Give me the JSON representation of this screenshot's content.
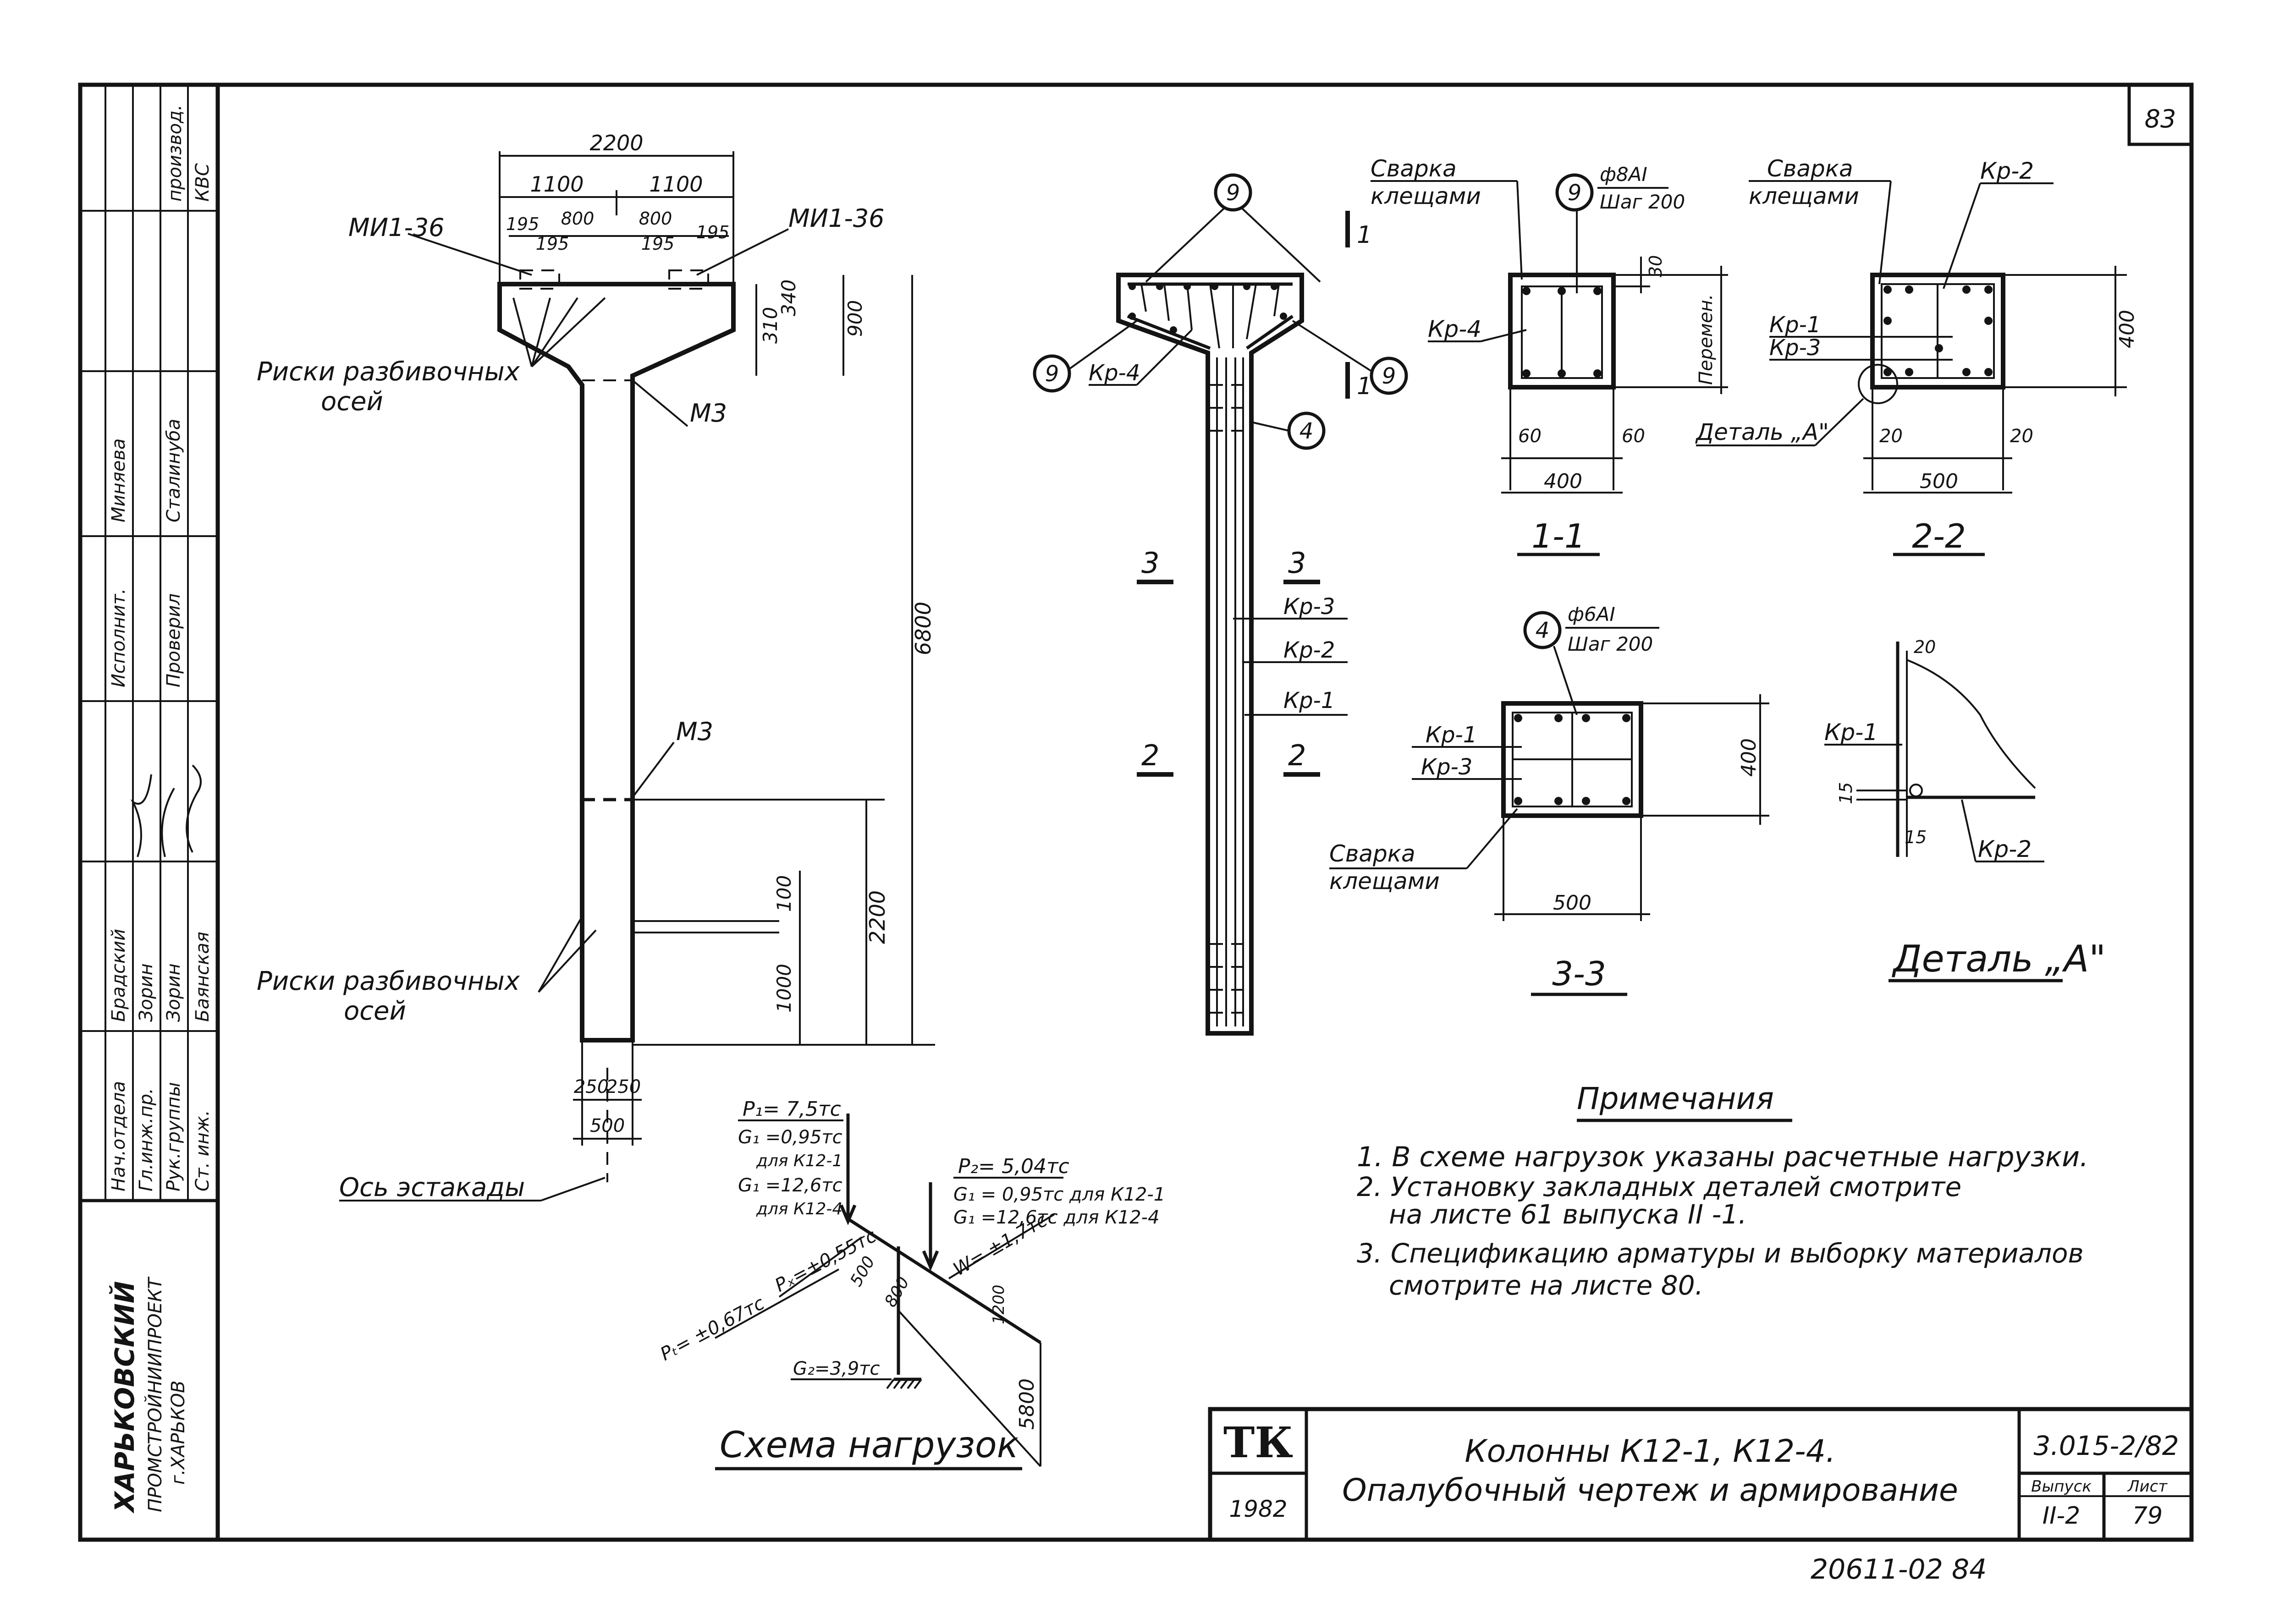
{
  "sheet": {
    "number": "83",
    "footer_stamp": "20611-02   84"
  },
  "side_block": {
    "org_line1": "ХАРЬКОВСКИЙ",
    "org_line2": "ПРОМСТРОЙНИИПРОЕКТ",
    "org_line3": "г.ХАРЬКОВ",
    "rows": [
      {
        "role": "Нач.отдела",
        "name": "Брадский"
      },
      {
        "role": "Гл.инж.пр.",
        "name": "Зорин"
      },
      {
        "role": "Рук.группы",
        "name": "Зорин"
      },
      {
        "role": "Ст. инж.",
        "name": "Баянская"
      },
      {
        "role": "Исполнит.",
        "name": "Миняева"
      },
      {
        "role": "Проверил",
        "name": "Сталинуба"
      },
      {
        "role": "КВС",
        "name": "производ."
      }
    ]
  },
  "elevation": {
    "dim_total_width": "2200",
    "dim_half_left": "1100",
    "dim_half_right": "1100",
    "dim_195_a": "195",
    "dim_800_a": "800",
    "dim_195_b": "195",
    "dim_800_b": "800",
    "dim_195_c": "195",
    "dim_195_d": "195",
    "embed_left": "МИ1-36",
    "embed_right": "МИ1-36",
    "axis_marks_top_1": "Риски разбивочных",
    "axis_marks_top_2": "осей",
    "axis_marks_bot_1": "Риски разбивочных",
    "axis_marks_bot_2": "осей",
    "m3_top": "М3",
    "m3_mid": "М3",
    "dim_310": "310",
    "dim_340": "340",
    "dim_900": "900",
    "dim_6800": "6800",
    "dim_100": "100",
    "dim_1000": "1000",
    "dim_2200": "2200",
    "dim_250_l": "250",
    "dim_250_r": "250",
    "dim_500": "500",
    "trestle_axis": "Ось эстакады"
  },
  "reinforcement": {
    "mark_9": "9",
    "mark_4": "4",
    "kr4": "Кр-4",
    "kr3": "Кр-3",
    "kr2": "Кр-2",
    "kr1": "Кр-1",
    "sec_1": "1",
    "sec_2": "2",
    "sec_3": "3"
  },
  "section_11": {
    "weld_1": "Сварка",
    "weld_2": "клещами",
    "bar_mark": "9",
    "bar_spec": "ф8АI",
    "bar_step": "Шаг 200",
    "kr4": "Кр-4",
    "dim_30": "30",
    "dim_variable": "Перемен.",
    "dim_60_l": "60",
    "dim_60_r": "60",
    "dim_400": "400",
    "title": "1-1"
  },
  "section_22": {
    "weld_1": "Сварка",
    "weld_2": "клещами",
    "kr2": "Кр-2",
    "kr1": "Кр-1",
    "kr3": "Кр-3",
    "detail": "Деталь „А\"",
    "dim_400": "400",
    "dim_20_l": "20",
    "dim_20_r": "20",
    "dim_500": "500",
    "title": "2-2"
  },
  "section_33": {
    "bar_mark": "4",
    "bar_spec": "ф6АI",
    "bar_step": "Шаг 200",
    "kr1": "Кр-1",
    "kr3": "Кр-3",
    "dim_400": "400",
    "weld_1": "Сварка",
    "weld_2": "клещами",
    "dim_500": "500",
    "title": "3-3"
  },
  "detail_a": {
    "dim_20": "20",
    "kr1": "Кр-1",
    "dim_15_v": "15",
    "dim_15_h": "15",
    "kr2": "Кр-2",
    "title": "Деталь „А\""
  },
  "load_scheme": {
    "p1": "P₁= 7,5тс",
    "g1_a": "G₁ =0,95тс",
    "g1_a_for": "для К12-1",
    "g1_b": "G₁ =12,6тс",
    "g1_b_for": "для К12-4",
    "p2": "P₂= 5,04тс",
    "g1_c": "G₁ = 0,95тс  для  К12-1",
    "g1_d": "G₁ =12,6тс  для  К12-4",
    "pt": "Pₜ= ±0,67тс",
    "px": "Pₓ=±0,55тс",
    "w": "W= ±1,7тс",
    "g2": "G₂=3,9тс",
    "dim_500": "500",
    "dim_800": "800",
    "dim_1200": "1200",
    "dim_5800": "5800",
    "title": "Схема нагрузок"
  },
  "notes": {
    "heading": "Примечания",
    "line1": "1. В схеме нагрузок указаны расчетные нагрузки.",
    "line2": "2. Установку закладных деталей  смотрите",
    "line3": "на листе 61 выпуска  II -1.",
    "line4": "3. Спецификацию арматуры и выборку материалов",
    "line5": "смотрите  на листе 80."
  },
  "title_block": {
    "logo": "ТК",
    "year": "1982",
    "title_1": "Колонны  К12-1, К12-4.",
    "title_2": "Опалубочный  чертеж и армирование",
    "series": "3.015-2/82",
    "issue_label": "Выпуск",
    "issue": "II-2",
    "sheet_label": "Лист",
    "sheet": "79"
  }
}
